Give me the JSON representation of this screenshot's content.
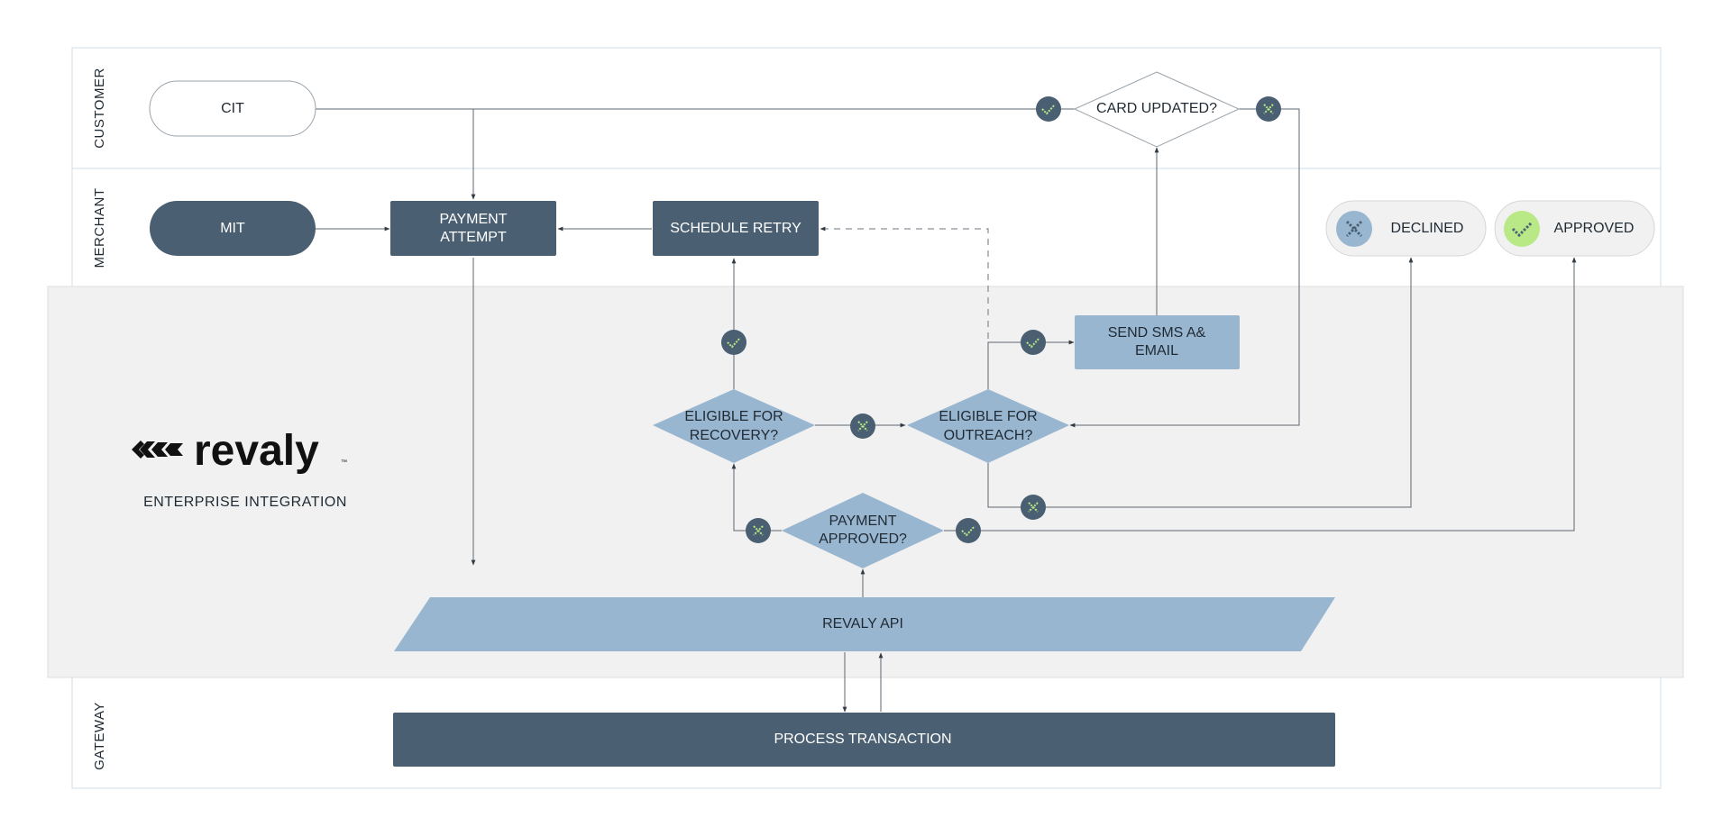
{
  "lanes": {
    "customer": "CUSTOMER",
    "merchant": "MERCHANT",
    "gateway": "GATEWAY"
  },
  "brand": {
    "name": "revaly",
    "trademark": "™",
    "subtitle": "ENTERPRISE INTEGRATION"
  },
  "nodes": {
    "cit": "CIT",
    "mit": "MIT",
    "payment_attempt": [
      "PAYMENT",
      "ATTEMPT"
    ],
    "schedule_retry": "SCHEDULE RETRY",
    "card_updated": "CARD UPDATED?",
    "send_sms": [
      "SEND SMS A&",
      "EMAIL"
    ],
    "eligible_recovery": [
      "ELIGIBLE FOR",
      "RECOVERY?"
    ],
    "eligible_outreach": [
      "ELIGIBLE FOR",
      "OUTREACH?"
    ],
    "payment_approved": [
      "PAYMENT",
      "APPROVED?"
    ],
    "revaly_api": "REVALY API",
    "process_transaction": "PROCESS TRANSACTION"
  },
  "legend": {
    "declined": "DECLINED",
    "approved": "APPROVED"
  },
  "colors": {
    "dark_node": "#4a5f71",
    "light_node": "#99b6d1",
    "lane_border": "#cfdde9",
    "platform_bg": "#f1f1f1",
    "check_green": "#b8e986",
    "badge_dark": "#4a5f71"
  }
}
